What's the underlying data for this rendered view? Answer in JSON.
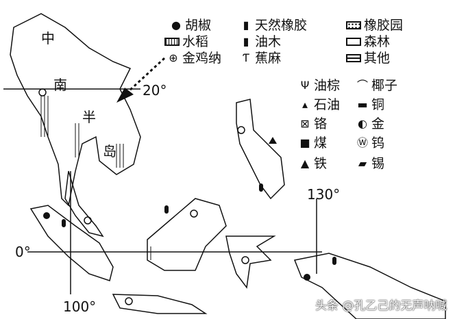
{
  "map_labels": {
    "zhong": "中",
    "nan": "南",
    "ban": "半",
    "dao": "岛",
    "lat20": "20°",
    "lat0": "0°",
    "lon100": "100°",
    "lon130": "130°"
  },
  "legend_crops": [
    {
      "icon": "filled-circle",
      "label": "胡椒"
    },
    {
      "icon": "rubber-tree",
      "label": "天然橡胶"
    },
    {
      "icon": "dotted-box",
      "label": "橡胶园"
    },
    {
      "icon": "vertical-hatch",
      "label": "水稻"
    },
    {
      "icon": "oil-tree",
      "label": "油木"
    },
    {
      "icon": "empty-box",
      "label": "森林"
    },
    {
      "icon": "quartered-circle",
      "label": "金鸡纳"
    },
    {
      "icon": "abaca",
      "label": "蕉麻"
    },
    {
      "icon": "horizontal-line-box",
      "label": "其他"
    }
  ],
  "legend_resources": [
    {
      "icon": "oil-palm",
      "label": "油棕"
    },
    {
      "icon": "coconut-palm",
      "label": "椰子"
    },
    {
      "icon": "oil-derrick",
      "label": "石油"
    },
    {
      "icon": "dash",
      "label": "铜"
    },
    {
      "icon": "crossed-box",
      "label": "铬"
    },
    {
      "icon": "half-circle",
      "label": "金"
    },
    {
      "icon": "filled-square",
      "label": "煤"
    },
    {
      "icon": "w-circle",
      "label": "钨"
    },
    {
      "icon": "triangle",
      "label": "铁"
    },
    {
      "icon": "tin-ingot",
      "label": "锡"
    }
  ],
  "watermark": "头条 @孔乙己的无声呐喊"
}
